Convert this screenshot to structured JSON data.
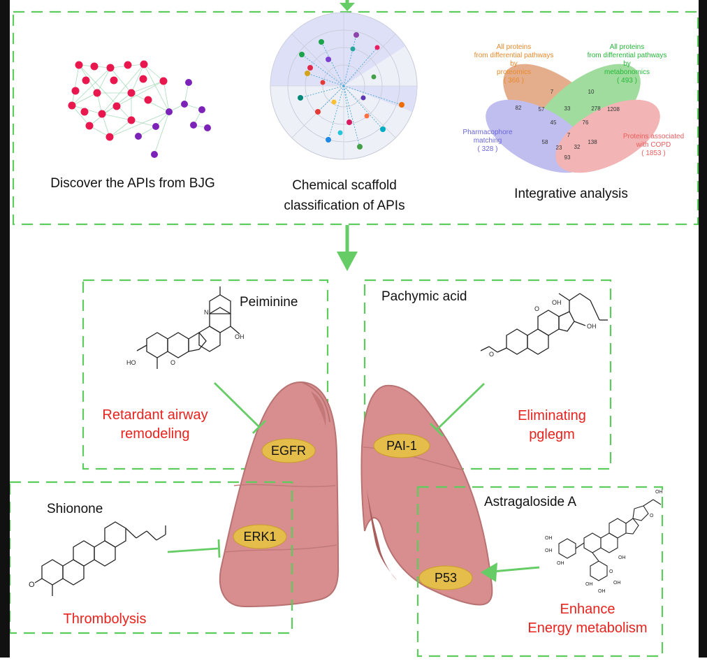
{
  "top_section": {
    "panel1_caption": "Discover the APIs from BJG",
    "panel2_caption_line1": "Chemical scaffold",
    "panel2_caption_line2": "classification of APIs",
    "panel3_caption": "Integrative analysis"
  },
  "venn": {
    "proteomics": [
      "All proteins",
      "from differential pathways",
      "by",
      "proteomics",
      "( 366 )"
    ],
    "metabonomics": [
      "All proteins",
      "from differential pathways",
      "by",
      "metabonomics",
      "( 493 )"
    ],
    "pharmacophore": [
      "Pharmacophore",
      "matching",
      "( 328 )"
    ],
    "copd": [
      "Proteins associated",
      "with COPD",
      "( 1853 )"
    ],
    "counts": [
      "7",
      "10",
      "57",
      "33",
      "278",
      "1208",
      "45",
      "76",
      "7",
      "58",
      "23",
      "32",
      "138",
      "93",
      "82"
    ]
  },
  "compounds": {
    "peiminine": {
      "name": "Peiminine",
      "effect_line1": "Retardant airway",
      "effect_line2": "remodeling",
      "target": "EGFR"
    },
    "pachymic_acid": {
      "name": "Pachymic acid",
      "effect_line1": "Eliminating",
      "effect_line2": "pglegm",
      "target": "PAI-1"
    },
    "shionone": {
      "name": "Shionone",
      "effect": "Thrombolysis",
      "target": "ERK1"
    },
    "astragaloside": {
      "name": "Astragaloside A",
      "effect_line1": "Enhance",
      "effect_line2": "Energy metabolism",
      "target": "P53"
    }
  },
  "colors": {
    "dash": "#5ccc5c",
    "arrow": "#66cc66",
    "lung": "#d88e8e",
    "lung_dark": "#b86a6a",
    "target": "#e4bd4a",
    "effect_text": "#e8231e"
  }
}
